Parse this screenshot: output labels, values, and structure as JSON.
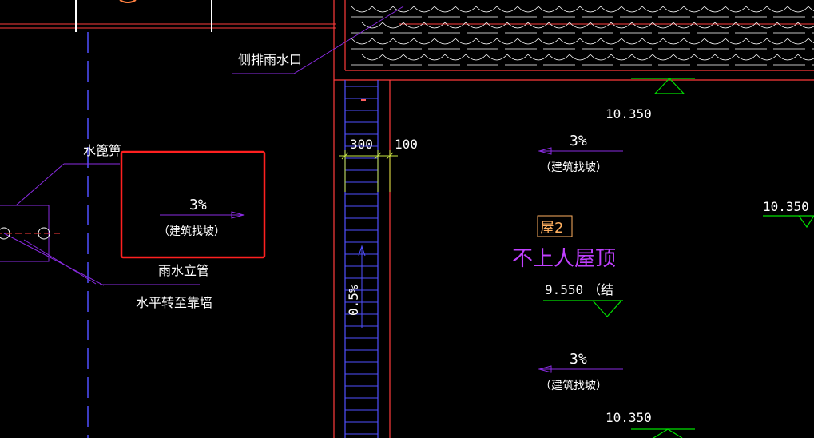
{
  "annotations": {
    "side_drain": "侧排雨水口",
    "rain_grate": "水篦箅",
    "downpipe": "雨水立管",
    "horizontal_to_wall": "水平转至靠墙"
  },
  "dims": {
    "d300": "300",
    "d100": "100",
    "slope_vertical": "0.5%"
  },
  "slopes": [
    {
      "value": "3%",
      "note": "（建筑找坡）"
    },
    {
      "value": "3%",
      "note": "（建筑找坡）"
    },
    {
      "value": "3%",
      "note": "（建筑找坡）"
    }
  ],
  "elevations": {
    "top_mid": "10.350",
    "right": "10.350",
    "bottom": "10.350",
    "mid": "9.550",
    "mid_suffix": "（结"
  },
  "roof": {
    "tag": "屋2",
    "label": "不上人屋顶"
  },
  "colors": {
    "background": "#000000",
    "red": "#ff3b3b",
    "blue": "#5050ff",
    "purple": "#8a2be2",
    "magenta": "#c040ff",
    "green": "#00e000",
    "white": "#ffffff",
    "orange": "#ffb060",
    "highlight": "#ff2020",
    "yellow_green": "#c8e840"
  }
}
